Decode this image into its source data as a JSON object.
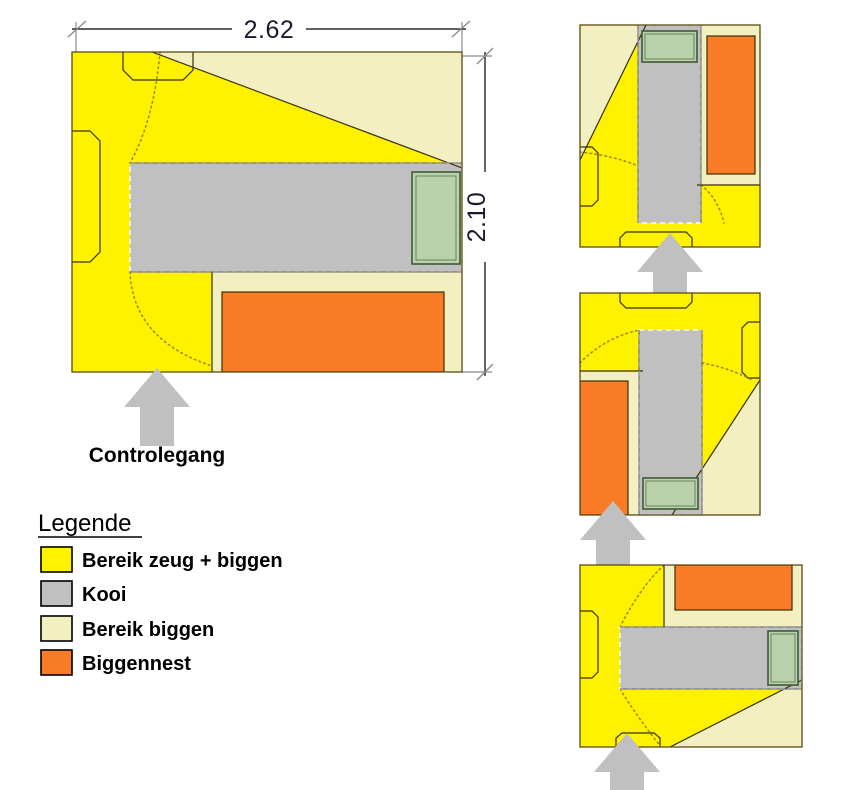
{
  "figure": {
    "title_text": "",
    "corridor_label": "Controlegang"
  },
  "colors": {
    "sow_piglet_area": "#FFF200",
    "crate": "#C0C0C0",
    "piglet_area": "#F2EFC0",
    "piglet_nest": "#F97B27",
    "feeder_green": "#B9D2AB",
    "arrow_gray": "#C0C0C0",
    "outline": "#5a4a10",
    "dim_gray": "#8c8c8c",
    "text_dark": "#1a1a2e",
    "white": "#FFFFFF"
  },
  "dimensions": {
    "width": {
      "value": "2.62",
      "orientation": "horizontal",
      "unit": "m"
    },
    "height": {
      "value": "2.10",
      "orientation": "vertical",
      "unit": "m"
    }
  },
  "legend": {
    "title": "Legende",
    "items": [
      {
        "label": "Bereik zeug + biggen",
        "color_key": "sow_piglet_area",
        "color": "#FFF200"
      },
      {
        "label": "Kooi",
        "color_key": "crate",
        "color": "#C0C0C0"
      },
      {
        "label": "Bereik biggen",
        "color_key": "piglet_area",
        "color": "#F2EFC0"
      },
      {
        "label": "Biggennest",
        "color_key": "piglet_nest",
        "color": "#F97B27"
      }
    ]
  },
  "plans": [
    {
      "id": "main-plan",
      "name": "main-floorplan",
      "role": "primary",
      "orientation": "landscape",
      "has_dimensions": true,
      "has_corridor_label": true,
      "entry_arrow": "bottom",
      "crate_orientation": "horizontal",
      "nest_position": "bottom-right",
      "feeder_green_position": "crate-right-end"
    },
    {
      "id": "variant-plan-1",
      "name": "variant-floorplan-1",
      "role": "variant",
      "orientation": "portrait",
      "has_dimensions": false,
      "has_corridor_label": false,
      "entry_arrow": "bottom",
      "crate_orientation": "vertical",
      "nest_position": "top-right",
      "feeder_green_position": "crate-top-end"
    },
    {
      "id": "variant-plan-2",
      "name": "variant-floorplan-2",
      "role": "variant",
      "orientation": "portrait",
      "has_dimensions": false,
      "has_corridor_label": false,
      "entry_arrow": "bottom-left",
      "crate_orientation": "vertical",
      "nest_position": "bottom-left",
      "feeder_green_position": "crate-bottom-end"
    },
    {
      "id": "variant-plan-3",
      "name": "variant-floorplan-3",
      "role": "variant",
      "orientation": "landscape",
      "has_dimensions": false,
      "has_corridor_label": false,
      "entry_arrow": "bottom-left",
      "crate_orientation": "horizontal",
      "nest_position": "top-right",
      "feeder_green_position": "crate-right-end"
    }
  ]
}
